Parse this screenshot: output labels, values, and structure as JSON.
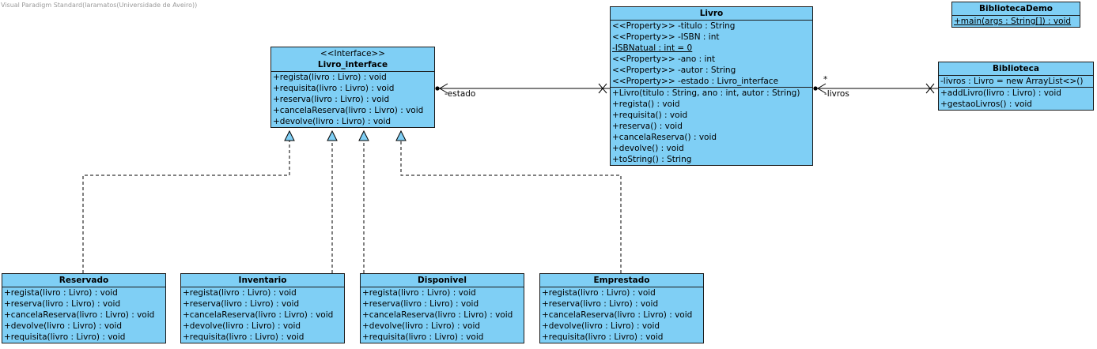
{
  "watermark": "Visual Paradigm Standard(laramatos(Universidade de Aveiro))",
  "colors": {
    "class_fill": "#7fcff5",
    "border": "#1b1b1b"
  },
  "classes": {
    "livro_interface": {
      "stereotype": "<<Interface>>",
      "name": "Livro_interface",
      "operations": [
        "+regista(livro : Livro) : void",
        "+requisita(livro : Livro) : void",
        "+reserva(livro : Livro) : void",
        "+cancelaReserva(livro : Livro) : void",
        "+devolve(livro : Livro) : void"
      ]
    },
    "livro": {
      "name": "Livro",
      "attributes": [
        "<<Property>> -titulo : String",
        "<<Property>> -ISBN : int",
        "-ISBNatual : int = 0",
        "<<Property>> -ano : int",
        "<<Property>> -autor : String",
        "<<Property>> -estado : Livro_interface"
      ],
      "operations": [
        "+Livro(titulo : String, ano : int, autor : String)",
        "+regista() : void",
        "+requisita() : void",
        "+reserva() : void",
        "+cancelaReserva() : void",
        "+devolve() : void",
        "+toString() : String"
      ]
    },
    "biblioteca_demo": {
      "name": "BibliotecaDemo",
      "operations": [
        "+main(args : String[]) : void"
      ]
    },
    "biblioteca": {
      "name": "Biblioteca",
      "attributes": [
        "-livros : Livro = new ArrayList<>()"
      ],
      "operations": [
        "+addLivro(livro : Livro) : void",
        "+gestaoLivros() : void"
      ]
    },
    "reservado": {
      "name": "Reservado",
      "operations": [
        "+regista(livro : Livro) : void",
        "+reserva(livro : Livro) : void",
        "+cancelaReserva(livro : Livro) : void",
        "+devolve(livro : Livro) : void",
        "+requisita(livro : Livro) : void"
      ]
    },
    "inventario": {
      "name": "Inventario",
      "operations": [
        "+regista(livro : Livro) : void",
        "+reserva(livro : Livro) : void",
        "+cancelaReserva(livro : Livro) : void",
        "+devolve(livro : Livro) : void",
        "+requisita(livro : Livro) : void"
      ]
    },
    "disponivel": {
      "name": "Disponivel",
      "operations": [
        "+regista(livro : Livro) : void",
        "+reserva(livro : Livro) : void",
        "+cancelaReserva(livro : Livro) : void",
        "+devolve(livro : Livro) : void",
        "+requisita(livro : Livro) : void"
      ]
    },
    "emprestado": {
      "name": "Emprestado",
      "operations": [
        "+regista(livro : Livro) : void",
        "+reserva(livro : Livro) : void",
        "+cancelaReserva(livro : Livro) : void",
        "+devolve(livro : Livro) : void",
        "+requisita(livro : Livro) : void"
      ]
    }
  },
  "associations": {
    "estado": {
      "role": "-estado"
    },
    "livros": {
      "role": "-livros",
      "multiplicity": "*"
    }
  }
}
